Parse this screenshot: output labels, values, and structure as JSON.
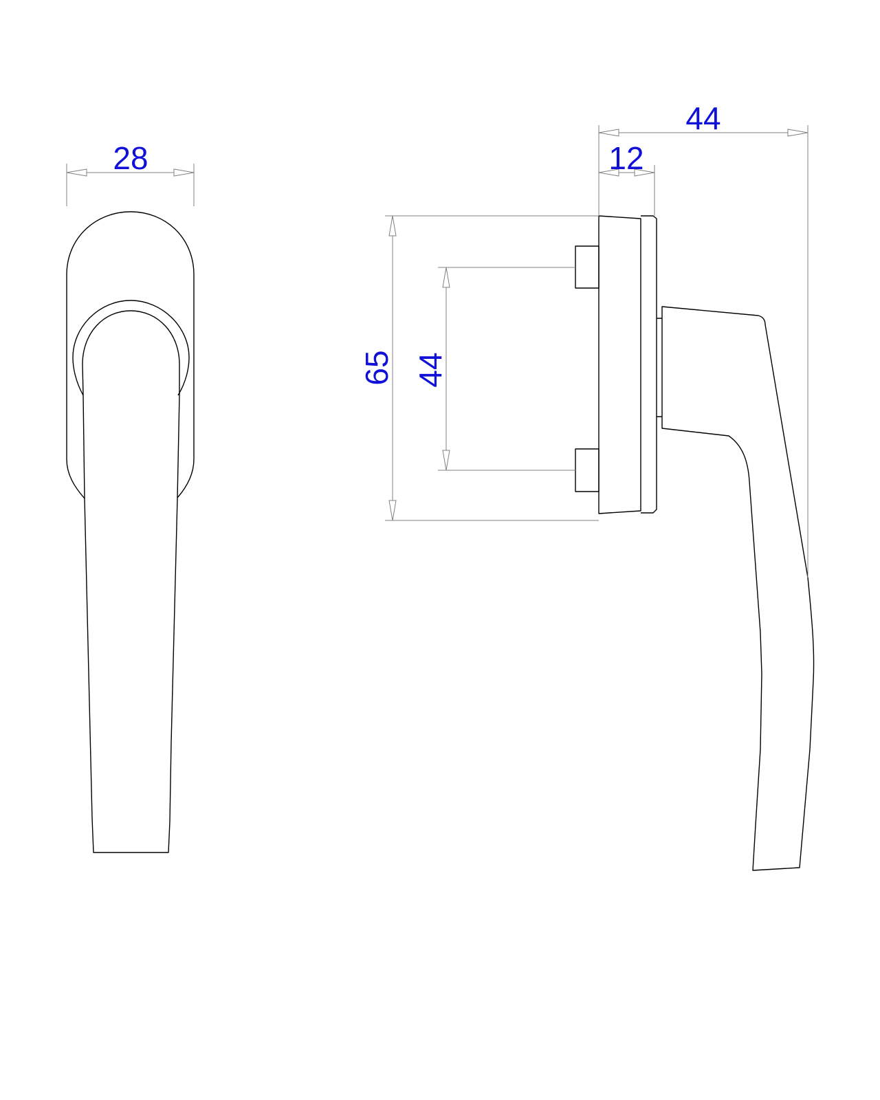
{
  "drawing": {
    "type": "technical-drawing",
    "subject": "window handle, front and side views",
    "colors": {
      "outline": "#000000",
      "dimension_line": "#808080",
      "dimension_text": "#1010d8",
      "background": "#ffffff"
    },
    "views": [
      {
        "name": "front-view",
        "label": ""
      },
      {
        "name": "side-view",
        "label": ""
      }
    ],
    "dimensions": {
      "front_width": "28",
      "side_total_depth": "44",
      "side_base_depth": "12",
      "side_base_height": "65",
      "side_screw_spacing": "44"
    }
  }
}
